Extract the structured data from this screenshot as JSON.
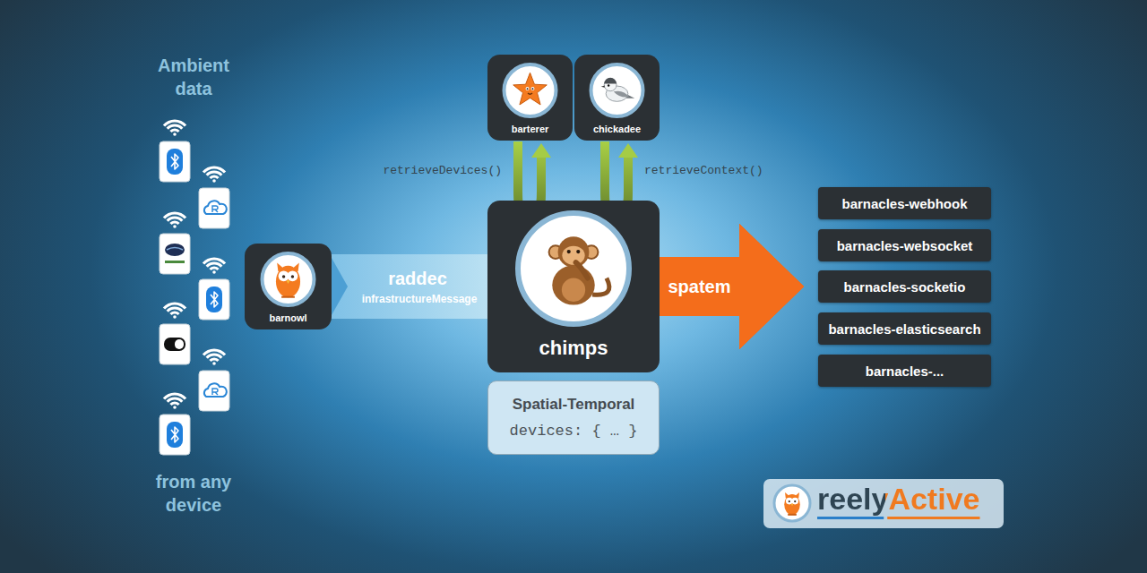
{
  "diagram": {
    "nodes": [
      {
        "text": [
          "barnowl"
        ]
      },
      {
        "text": [
          "barterer"
        ]
      },
      {
        "text": [
          "chickadee"
        ]
      },
      {
        "text": [
          "chimps"
        ]
      },
      {
        "text": [
          "Spatial-Temporal",
          "devices: { … }"
        ]
      },
      {
        "text": [
          "barnacles-webhook"
        ]
      },
      {
        "text": [
          "barnacles-websocket"
        ]
      },
      {
        "text": [
          "barnacles-socketio"
        ]
      },
      {
        "text": [
          "barnacles-elasticsearch"
        ]
      },
      {
        "text": [
          "barnacles-..."
        ]
      }
    ],
    "edges": [
      {
        "from": 0,
        "to": 3,
        "arrow": "to",
        "label": "raddec"
      },
      {
        "from": 3,
        "to": 1,
        "arrow": "to",
        "label": "retrieveDevices()"
      },
      {
        "from": 3,
        "to": 2,
        "arrow": "to",
        "label": "retrieveContext()"
      },
      {
        "from": 3,
        "to": 5,
        "arrow": "to",
        "label": "spatem"
      },
      {
        "from": 3,
        "to": 6,
        "arrow": "to"
      },
      {
        "from": 3,
        "to": 7,
        "arrow": "to"
      },
      {
        "from": 3,
        "to": 8,
        "arrow": "to"
      },
      {
        "from": 3,
        "to": 9,
        "arrow": "to"
      }
    ],
    "labels": [
      "Ambient data",
      "from any device",
      "infrastructureMessage",
      "reelyActive"
    ]
  }
}
